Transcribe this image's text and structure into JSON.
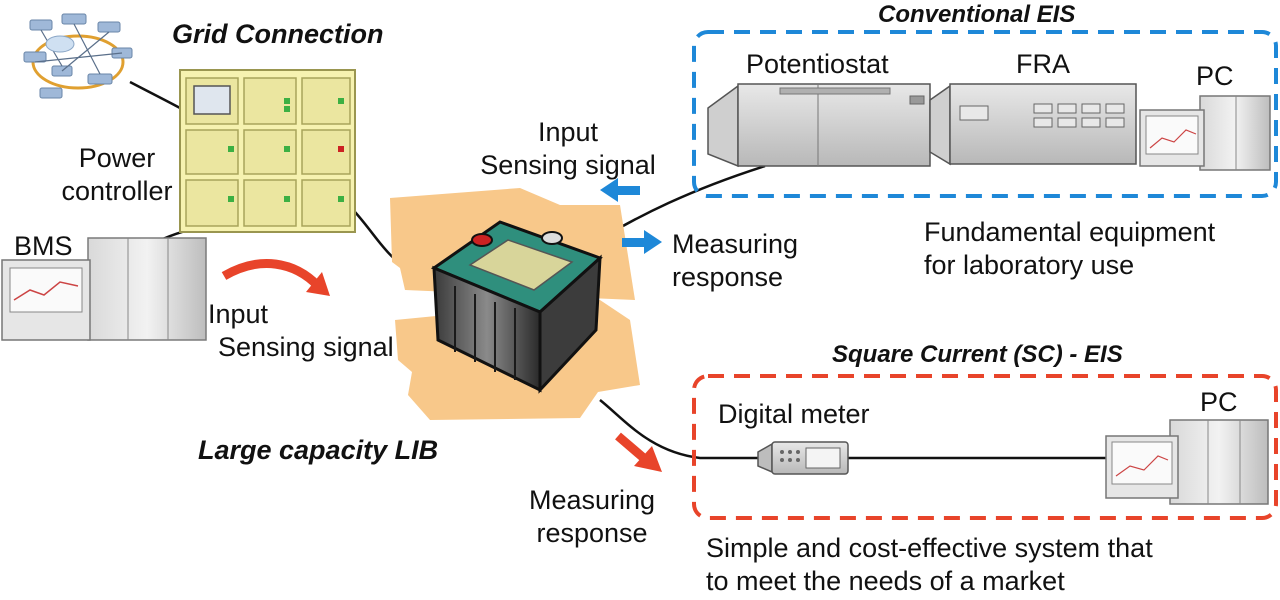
{
  "labels": {
    "grid_connection": "Grid Connection",
    "power_controller": [
      "Power",
      "controller"
    ],
    "bms": "BMS",
    "input_sensing_top": [
      "Input",
      "Sensing signal"
    ],
    "input_sensing_left": [
      "Input",
      "Sensing signal"
    ],
    "measuring_response_mid": [
      "Measuring",
      "response"
    ],
    "measuring_response_bottom": [
      "Measuring",
      "response"
    ],
    "large_capacity_lib": "Large capacity LIB",
    "conventional_eis": "Conventional EIS",
    "potentiostat": "Potentiostat",
    "fra": "FRA",
    "pc_top": "PC",
    "fundamental": [
      "Fundamental equipment",
      "for laboratory use"
    ],
    "sc_eis": "Square Current (SC) - EIS",
    "digital_meter": "Digital meter",
    "pc_bottom": "PC",
    "simple": [
      "Simple and cost-effective system that",
      "to meet the needs of a market"
    ]
  },
  "colors": {
    "conventional_box": "#1e88d8",
    "sc_box": "#e8442a",
    "arrow_red": "#e8442a",
    "arrow_blue": "#1e88d8",
    "battery_paper": "#f8c88a",
    "battery_top": "#2f8f7d",
    "controller_fill": "#f6f2b0"
  },
  "icons": [
    "network-map-icon",
    "power-controller-cabinet-icon",
    "bms-computer-icon",
    "battery-icon",
    "potentiostat-device-icon",
    "fra-device-icon",
    "pc-icon",
    "digital-meter-icon"
  ]
}
